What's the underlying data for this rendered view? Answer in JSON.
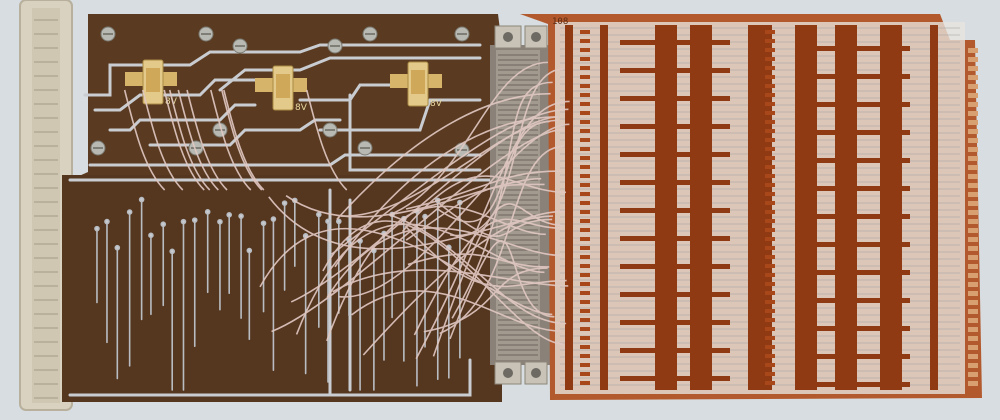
{
  "colors": {
    "background": "#d7dde0",
    "left_board": "#5a3b22",
    "left_board_dark": "#4a2f1a",
    "right_board": "#b25a2e",
    "copper_trace": "#8f3a12",
    "silver_trace": "#c9ccd0",
    "connector_strip": "#d9d2c0",
    "wire": "#e2c9c3",
    "gold": "#d6b56a"
  },
  "labels": {
    "top_marking": "108",
    "comp_1": "8V",
    "comp_2": "8V",
    "comp_3": "8V"
  }
}
